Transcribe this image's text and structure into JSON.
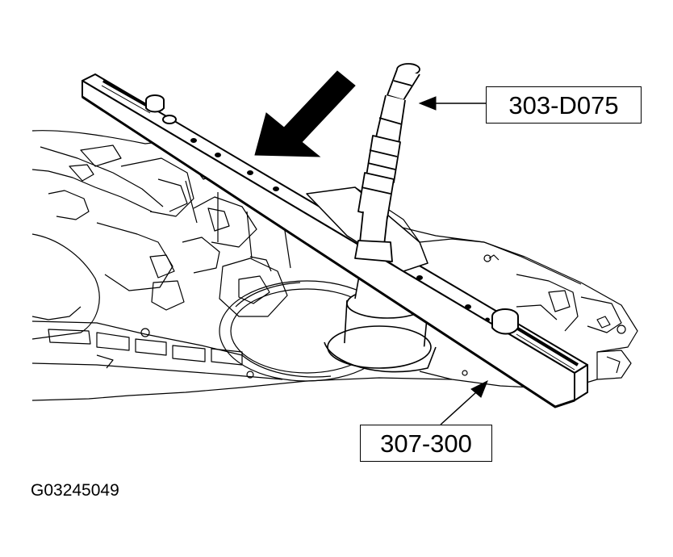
{
  "callouts": {
    "tool_upper": "303-D075",
    "tool_lower": "307-300"
  },
  "figure_id": "G03245049",
  "colors": {
    "line": "#000000",
    "background": "#ffffff"
  }
}
